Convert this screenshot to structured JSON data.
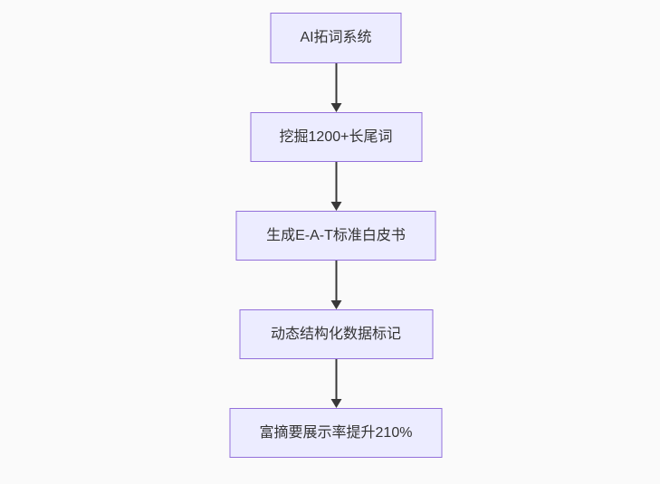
{
  "page": {
    "background_color": "#fafafa"
  },
  "diagram": {
    "type": "flowchart",
    "direction": "top-down",
    "style": {
      "node_fill_color": "#ECECFF",
      "node_border_color": "#9370DB",
      "node_text_color": "#333333",
      "arrow_color": "#383838"
    },
    "nodes": [
      {
        "id": "n1",
        "label": "AI拓词系统"
      },
      {
        "id": "n2",
        "label": "挖掘1200+长尾词"
      },
      {
        "id": "n3",
        "label": "生成E-A-T标准白皮书"
      },
      {
        "id": "n4",
        "label": "动态结构化数据标记"
      },
      {
        "id": "n5",
        "label": "富摘要展示率提升210%"
      }
    ],
    "edges": [
      {
        "from": "n1",
        "to": "n2"
      },
      {
        "from": "n2",
        "to": "n3"
      },
      {
        "from": "n3",
        "to": "n4"
      },
      {
        "from": "n4",
        "to": "n5"
      }
    ]
  }
}
